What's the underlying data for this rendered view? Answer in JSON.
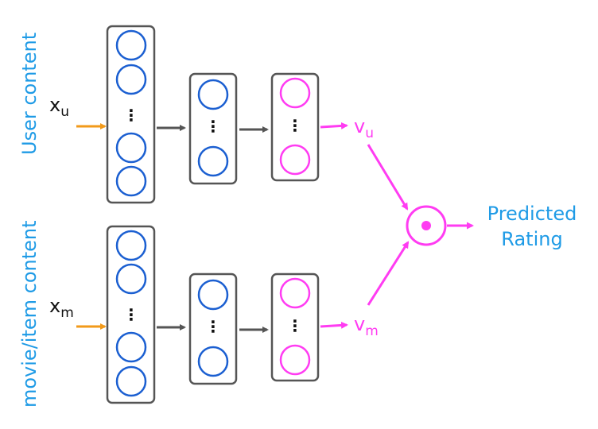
{
  "colors": {
    "label_blue": "#1f9be6",
    "neuron_blue": "#1b5fd1",
    "magenta": "#ff3cf2",
    "input_orange": "#f29a1a",
    "box_gray": "#555555",
    "arrow_gray": "#555555"
  },
  "user_tower": {
    "side_label": "User content",
    "input_symbol": "x",
    "input_subscript": "u",
    "output_symbol": "v",
    "output_subscript": "u",
    "dots": "⋮"
  },
  "item_tower": {
    "side_label": "movie/item content",
    "input_symbol": "x",
    "input_subscript": "m",
    "output_symbol": "v",
    "output_subscript": "m",
    "dots": "⋮"
  },
  "output": {
    "line1": "Predicted",
    "line2": "Rating",
    "dot_product_icon": "dot-product-icon"
  }
}
